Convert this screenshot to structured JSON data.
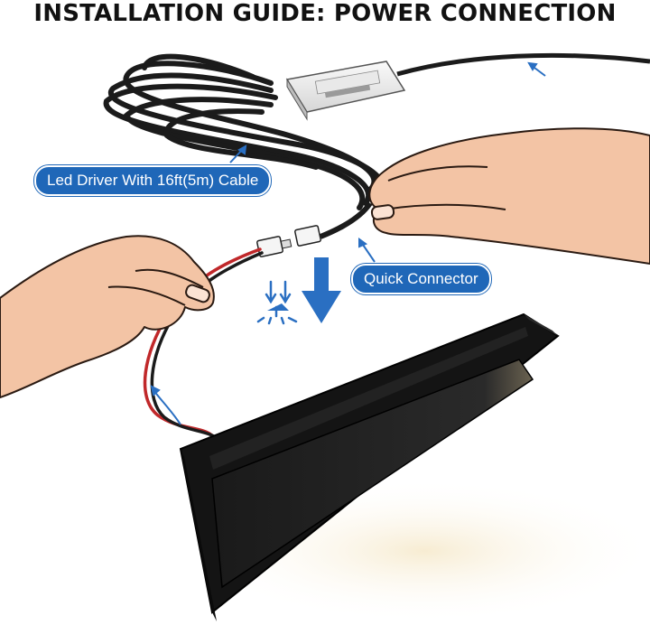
{
  "title": "INSTALLATION GUIDE: POWER CONNECTION",
  "labels": {
    "driver": "Led Driver With 16ft(5m) Cable",
    "connector": "Quick Connector"
  },
  "colors": {
    "label_blue": "#1f67b8",
    "arrow_blue": "#2a6fc2",
    "cable": "#1b1b1b",
    "red_wire": "#c0282a",
    "fixture": "#121212",
    "skin": "#f3c4a5",
    "skin_outline": "#2a1a12",
    "glow": "#f4e3c2"
  },
  "icons": [
    "spark-icon",
    "down-arrow-icon",
    "pointer-arrow-icon"
  ]
}
